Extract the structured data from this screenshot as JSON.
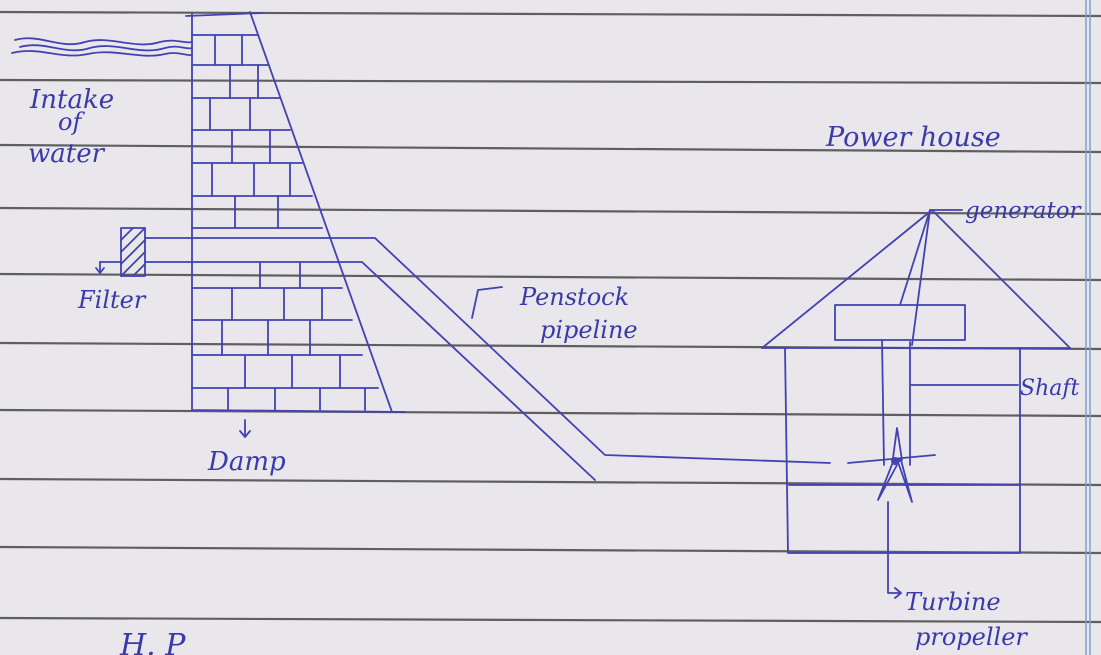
{
  "labels": {
    "intake_line1": "Intake",
    "intake_line2": "of",
    "intake_line3": "water",
    "filter": "Filter",
    "dam": "Damp",
    "penstock_line1": "Penstock",
    "penstock_line2": "pipeline",
    "power_house": "Power house",
    "generator": "generator",
    "shaft": "Shaft",
    "turbine_line1": "Turbine",
    "turbine_line2": "propeller",
    "footer_partial": "H. P"
  },
  "colors": {
    "paper": "#e9e6ec",
    "ink": "#4242b3",
    "rule": "#3a3a3a",
    "margin": "#7f9fd0"
  },
  "icons": [
    "water-wave-icon",
    "filter-hatch-icon",
    "turbine-propeller-icon"
  ]
}
